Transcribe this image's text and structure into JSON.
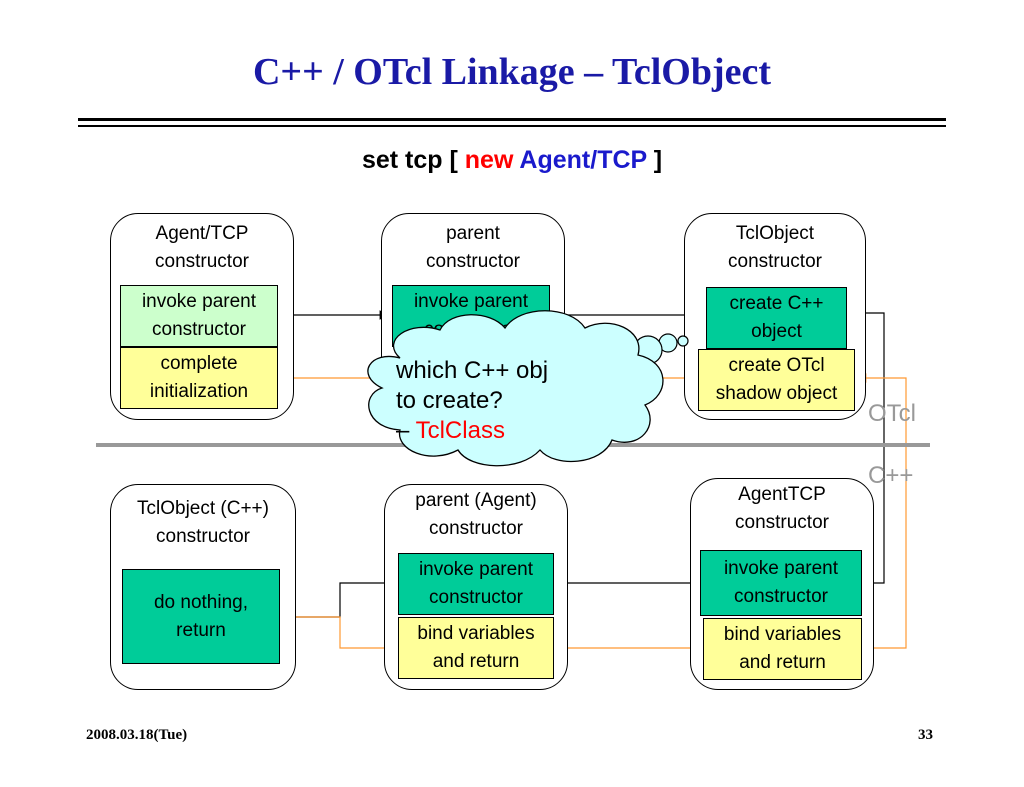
{
  "title": "C++ / OTcl  Linkage – TclObject",
  "command": {
    "set": "set  tcp  [",
    "new": "new",
    "agent": "Agent/TCP",
    "close": "]"
  },
  "otcl_boxes": [
    {
      "caption_1": "Agent/TCP",
      "caption_2": "constructor",
      "step1_1": "invoke parent",
      "step1_2": "constructor",
      "step2_1": "complete",
      "step2_2": "initialization"
    },
    {
      "caption_1": "parent",
      "caption_2": "constructor",
      "step1_1": "invoke parent",
      "step1_2": "constructor"
    },
    {
      "caption_1": "TclObject",
      "caption_2": "constructor",
      "step1_1": "create C++",
      "step1_2": "object",
      "step2_1": "create OTcl",
      "step2_2": "shadow object"
    }
  ],
  "cpp_boxes": [
    {
      "caption_1": "TclObject (C++)",
      "caption_2": "constructor",
      "step1_1": "do nothing,",
      "step1_2": "return"
    },
    {
      "caption_1": "parent (Agent)",
      "caption_2": "constructor",
      "step1_1": "invoke parent",
      "step1_2": "constructor",
      "step2_1": "bind variables",
      "step2_2": "and return"
    },
    {
      "caption_1": "AgentTCP",
      "caption_2": "constructor",
      "step1_1": "invoke parent",
      "step1_2": "constructor",
      "step2_1": "bind variables",
      "step2_2": "and return"
    }
  ],
  "layer_labels": {
    "otcl": "OTcl",
    "cpp": "C++"
  },
  "cloud": {
    "line1": "which C++ obj",
    "line2": "to create?",
    "dash": "– ",
    "tclclass": "TclClass"
  },
  "footer": {
    "date": "2008.03.18(Tue)",
    "page": "33"
  },
  "colors": {
    "title": "#1a1aa6",
    "green": "#00cc99",
    "light_green": "#ccffcc",
    "yellow": "#ffff99",
    "cloud": "#ccffff",
    "orange": "#ff9933"
  }
}
